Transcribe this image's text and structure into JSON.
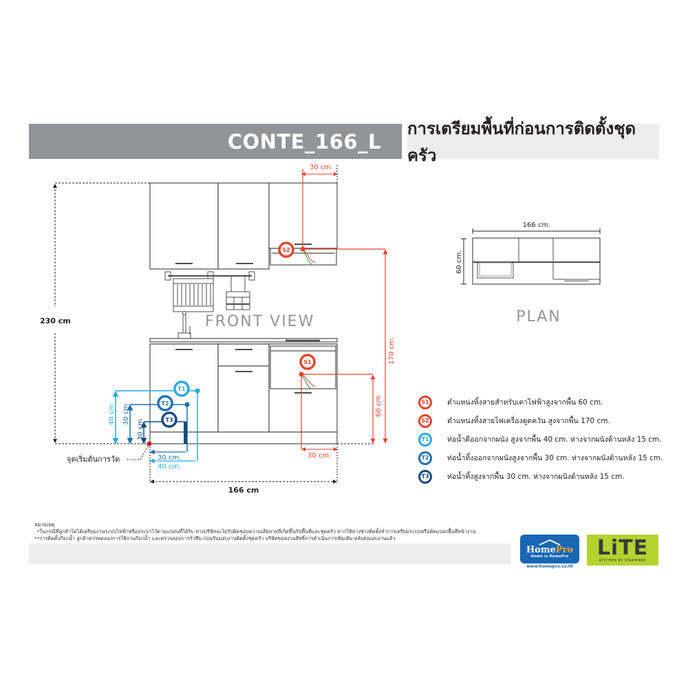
{
  "header": {
    "model_code": "CONTE_166_L",
    "title_thai": "การเตรียมพื้นที่ก่อนการติดตั้งชุดครัว"
  },
  "front_view": {
    "label": "FRONT VIEW",
    "total_height": "230 cm",
    "total_width": "166 cm",
    "origin_label": "จุดเริ่มต้นการวัด",
    "s2_offset": "30 cm",
    "s2_height": "170 cm.",
    "s1_height": "60 cm",
    "s1_offset": "30 cm.",
    "t1_height": "40 cm",
    "t2_height": "30 cm",
    "t3_height": "30 cm",
    "t2_offset": "30 cm.",
    "t1_offset": "40 cm.",
    "badges": {
      "s1": "S1",
      "s2": "S2",
      "t1": "T1",
      "t2": "T2",
      "t3": "T3"
    }
  },
  "plan": {
    "label": "PLAN",
    "width": "166 cm.",
    "depth": "60 cm."
  },
  "legend": [
    {
      "code": "S1",
      "color": "#e8432e",
      "text": "ตำแหน่งทิ้งสายสำหรับเตาไฟฟ้าสูงจากพื้น 60 cm."
    },
    {
      "code": "S2",
      "color": "#e8432e",
      "text": "ตำแหน่งทิ้งสายไฟเครื่องดูดควัน สูงจากพื้น 170 cm."
    },
    {
      "code": "T1",
      "color": "#29a9e0",
      "text": "ท่อน้ำดีออกจากผนัง สูงจากพื้น 40 cm. ห่างจากผนังด้านหลัง 15 cm."
    },
    {
      "code": "T2",
      "color": "#1c6fad",
      "text": "ท่อน้ำทิ้งออกจากผนังสูงจากพื้น 30 cm. ห่างจากผนังด้านหลัง 15 cm."
    },
    {
      "code": "T3",
      "color": "#174b7e",
      "text": "ท่อน้ำทิ้งสูงจากพื้น 30 cm. ห่างจากผนังด้านหลัง 15 cm."
    }
  ],
  "notes": {
    "heading": "หมายเหตุ",
    "line1": "*ในกรณีที่ลูกค้าไม่ได้เตรียมงานระบบไฟฟ้าหรือประปาไว้ตามแปลนที่ได้รับ ทางบริษัทจะไม่รับผิดชอบความเสียหายที่เกิดขึ้นกับพื้นที่และชุดครัว หากให้ทางช่างติดตั้งทำการเตรียมระบบหรือดัดแปลงพื้นที่หน้างาน",
    "line2": "**การติดตั้งก๊อกน้ำ ลูกค้าควรทดลองการใช้งานก๊อกน้ำ และตรวจสอบการรั่วซึม ก่อนรับมอบงานติดตั้งชุดครัว บริษัทขอสงวนสิทธิ์การดำเนินการเพิ่มเติม หลังส่งมอบงานแล้ว"
  },
  "brands": {
    "homepro_name_a": "Home",
    "homepro_name_b": "Pro",
    "homepro_tagline": "Home is HomePro",
    "homepro_url": "www.homepro.co.th",
    "lite_name": "LiTE",
    "lite_tagline": "KITCHEN BY STARMARK"
  },
  "colors": {
    "red": "#e8432e",
    "light_blue": "#29a9e0",
    "mid_blue": "#1c6fad",
    "dark_blue": "#174b7e",
    "header_gray": "#929497",
    "header_light": "#ededee",
    "line": "#4d4d4f"
  }
}
